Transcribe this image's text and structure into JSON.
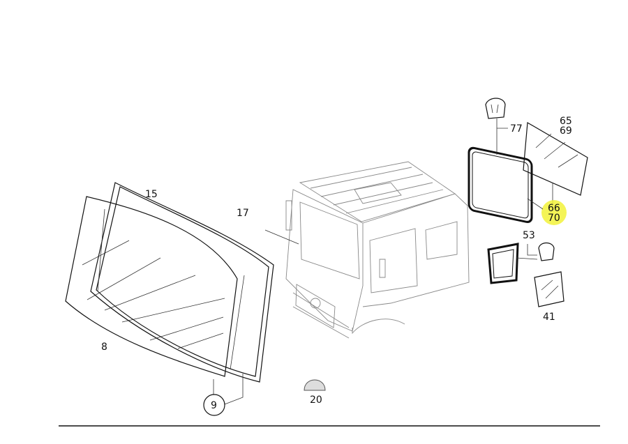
{
  "callouts": {
    "c15": "15",
    "c17": "17",
    "c8": "8",
    "c9": "9",
    "c20": "20",
    "c77": "77",
    "c65": "65",
    "c69": "69",
    "c66": "66",
    "c70": "70",
    "c53": "53",
    "c41": "41"
  },
  "highlight_color": "#f2f23a"
}
